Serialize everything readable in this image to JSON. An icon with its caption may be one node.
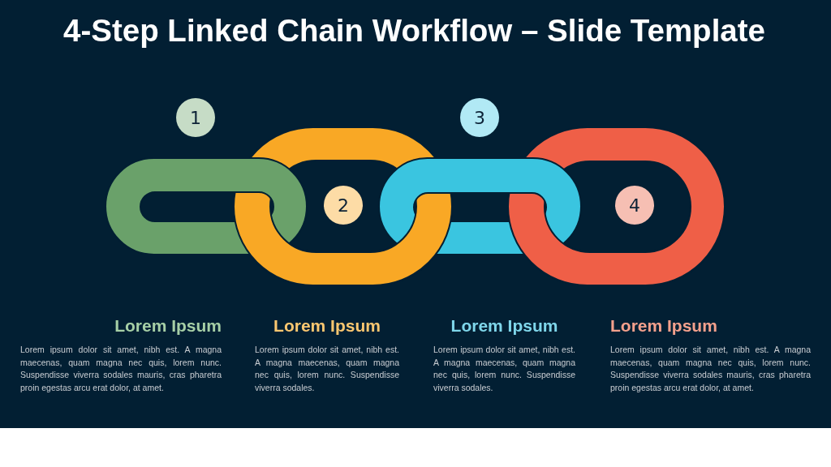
{
  "diagram": {
    "title": "4-Step Linked Chain Workflow – Slide Template",
    "nodes": [
      {
        "text": [
          "1"
        ]
      },
      {
        "text": [
          "2"
        ]
      },
      {
        "text": [
          "3"
        ]
      },
      {
        "text": [
          "4"
        ]
      }
    ],
    "labels": [
      "Lorem Ipsum",
      "Lorem ipsum dolor sit amet, nibh est. A magna maecenas, quam magna nec quis, lorem nunc. Suspendisse viverra sodales mauris, cras pharetra proin egestas arcu erat dolor, at amet.",
      "Lorem Ipsum",
      "Lorem ipsum dolor sit amet, nibh est. A magna maecenas, quam magna nec quis, lorem nunc. Suspendisse viverra sodales.",
      "Lorem Ipsum",
      "Lorem ipsum dolor sit amet, nibh est. A magna maecenas, quam magna nec quis, lorem nunc. Suspendisse viverra sodales.",
      "Lorem Ipsum",
      "Lorem ipsum dolor sit amet, nibh est. A magna maecenas, quam magna nec quis, lorem nunc. Suspendisse viverra sodales mauris, cras pharetra proin egestas arcu erat dolor, at amet."
    ]
  }
}
